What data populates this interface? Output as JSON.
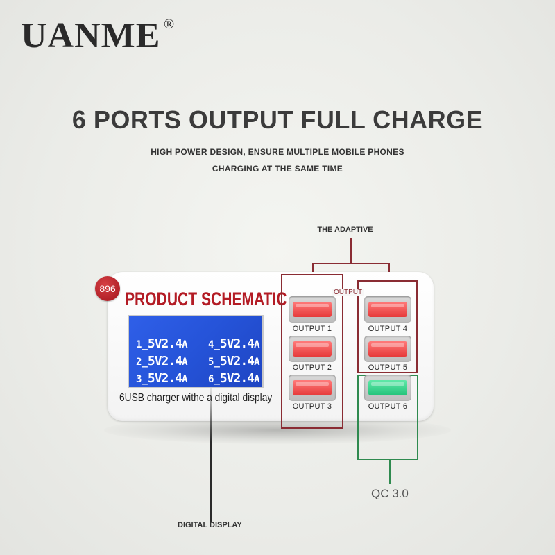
{
  "brand": {
    "name": "UANME",
    "registered_mark": "®"
  },
  "headline": "6 PORTS OUTPUT FULL CHARGE",
  "subheadline": [
    "HIGH POWER DESIGN, ENSURE MULTIPLE MOBILE PHONES",
    "CHARGING AT THE SAME TIME"
  ],
  "annotations": {
    "adaptive": "THE ADAPTIVE",
    "output_tag": "OUTPUT",
    "qc": "QC 3.0",
    "digital_display": "DIGITAL DISPLAY"
  },
  "device": {
    "model_badge": "896",
    "schematic_title": "PRODUCT SCHEMATIC",
    "caption": "6USB charger withe a digital display",
    "display_rows": [
      {
        "left_num": "1",
        "left_val": "5V2.4",
        "left_unit": "A",
        "right_num": "4",
        "right_val": "5V2.4",
        "right_unit": "A"
      },
      {
        "left_num": "2",
        "left_val": "5V2.4",
        "left_unit": "A",
        "right_num": "5",
        "right_val": "5V2.4",
        "right_unit": "A"
      },
      {
        "left_num": "3",
        "left_val": "5V2.4",
        "left_unit": "A",
        "right_num": "6",
        "right_val": "5V2.4",
        "right_unit": "A"
      }
    ]
  },
  "ports": [
    {
      "label": "OUTPUT 1",
      "color": "#e63a3a"
    },
    {
      "label": "OUTPUT 2",
      "color": "#e63a3a"
    },
    {
      "label": "OUTPUT 3",
      "color": "#e63a3a"
    },
    {
      "label": "OUTPUT 4",
      "color": "#e63a3a"
    },
    {
      "label": "OUTPUT 5",
      "color": "#e63a3a"
    },
    {
      "label": "OUTPUT 6",
      "color": "#23c37a"
    }
  ],
  "colors": {
    "accent_red": "#b31b24",
    "frame_red": "#8a2c33",
    "frame_green": "#2f8a4f",
    "lcd_blue": "#2553d8"
  }
}
